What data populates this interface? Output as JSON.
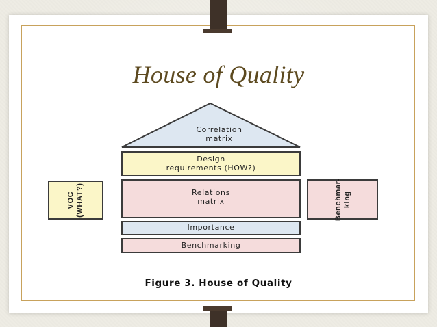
{
  "slide": {
    "title": "House of Quality"
  },
  "diagram": {
    "roof": {
      "line1": "Correlation",
      "line2": "matrix"
    },
    "design_requirements": {
      "line1": "Design",
      "line2": "requirements (HOW?)"
    },
    "relations": {
      "line1": "Relations",
      "line2": "matrix"
    },
    "importance": "Importance",
    "benchmarking_bottom": "Benchmarking",
    "voc": {
      "line1": "VOC",
      "line2": "(WHAT?)"
    },
    "benchmarking_side": {
      "line1": "Benchmar-",
      "line2": "king"
    },
    "caption": "Figure 3. House of Quality"
  },
  "colors": {
    "yellow": "#fbf6c8",
    "pink": "#f5dcdc",
    "blue": "#dde7f1",
    "title": "#5d4a20",
    "frame": "#c8a25c"
  }
}
